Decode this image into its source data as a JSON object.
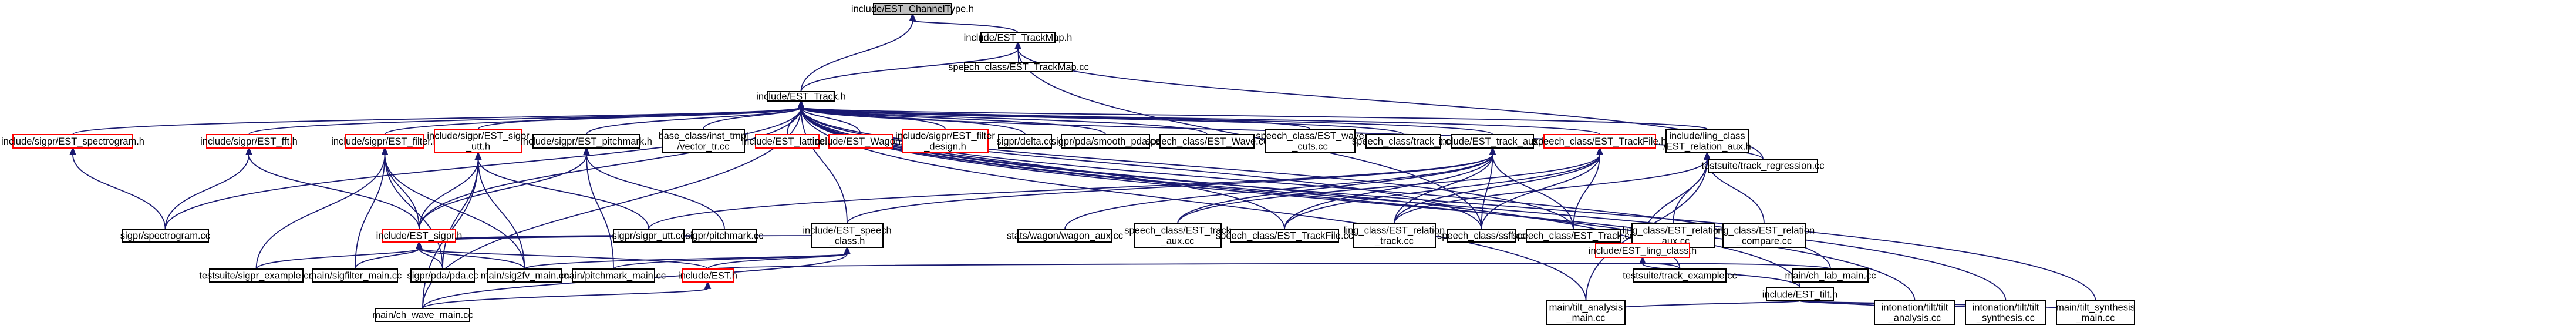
{
  "nodes": {
    "n0": [
      "include/EST_ChannelType.h"
    ],
    "n1": [
      "include/EST_TrackMap.h"
    ],
    "n2": [
      "speech_class/EST_TrackMap.cc"
    ],
    "n3": [
      "include/EST_Track.h"
    ],
    "n4": [
      "testsuite/track_regression.cc"
    ],
    "n5": [
      "include/sigpr/EST_spectrogram.h"
    ],
    "n6": [
      "sigpr/spectrogram.cc"
    ],
    "n7": [
      "include/sigpr/EST_fft.h"
    ],
    "n8": [
      "include/sigpr/EST_filter.h"
    ],
    "n9": [
      "include/sigpr/EST_sigpr",
      "_utt.h"
    ],
    "n10": [
      "include/sigpr/EST_pitchmark.h"
    ],
    "n11": [
      "base_class/inst_tmpl",
      "/vector_tr.cc"
    ],
    "n12": [
      "include/EST_lattice.h"
    ],
    "n13": [
      "include/EST_Wagon.h"
    ],
    "n14": [
      "include/sigpr/EST_filter",
      "_design.h"
    ],
    "n15": [
      "sigpr/delta.cc"
    ],
    "n16": [
      "sigpr/pda/smooth_pda.cc"
    ],
    "n17": [
      "speech_class/EST_Wave.cc"
    ],
    "n18": [
      "speech_class/EST_wave",
      "_cuts.cc"
    ],
    "n19": [
      "speech_class/track_t.cc"
    ],
    "n20": [
      "include/EST_track_aux.h"
    ],
    "n21": [
      "speech_class/EST_TrackFile.h"
    ],
    "n22": [
      "include/ling_class",
      "/EST_relation_aux.h"
    ],
    "n23": [
      "include/EST_sigpr.h"
    ],
    "n24": [
      "sigpr/sigpr_utt.cc"
    ],
    "n25": [
      "sigpr/pitchmark.cc"
    ],
    "n26": [
      "include/EST_speech",
      "_class.h"
    ],
    "n27": [
      "stats/wagon/wagon_aux.cc"
    ],
    "n28": [
      "speech_class/EST_track",
      "_aux.cc"
    ],
    "n29": [
      "speech_class/EST_TrackFile.cc"
    ],
    "n30": [
      "ling_class/EST_relation",
      "_track.cc"
    ],
    "n31": [
      "speech_class/ssff.cc"
    ],
    "n32": [
      "speech_class/EST_Track.cc"
    ],
    "n33": [
      "ling_class/EST_relation",
      "_aux.cc"
    ],
    "n34": [
      "ling_class/EST_relation",
      "_compare.cc"
    ],
    "n35": [
      "include/EST_ling_class.h"
    ],
    "n36": [
      "testsuite/sigpr_example.cc"
    ],
    "n37": [
      "main/sigfilter_main.cc"
    ],
    "n38": [
      "sigpr/pda/pda.cc"
    ],
    "n39": [
      "main/sig2fv_main.cc"
    ],
    "n40": [
      "main/pitchmark_main.cc"
    ],
    "n41": [
      "include/EST.h"
    ],
    "n42": [
      "testsuite/track_example.cc"
    ],
    "n43": [
      "main/ch_lab_main.cc"
    ],
    "n44": [
      "include/EST_tilt.h"
    ],
    "n45": [
      "main/ch_wave_main.cc"
    ],
    "n46": [
      "main/tilt_analysis",
      "_main.cc"
    ],
    "n47": [
      "intonation/tilt/tilt",
      "_analysis.cc"
    ],
    "n48": [
      "intonation/tilt/tilt",
      "_synthesis.cc"
    ],
    "n49": [
      "main/tilt_synthesis",
      "_main.cc"
    ]
  }
}
